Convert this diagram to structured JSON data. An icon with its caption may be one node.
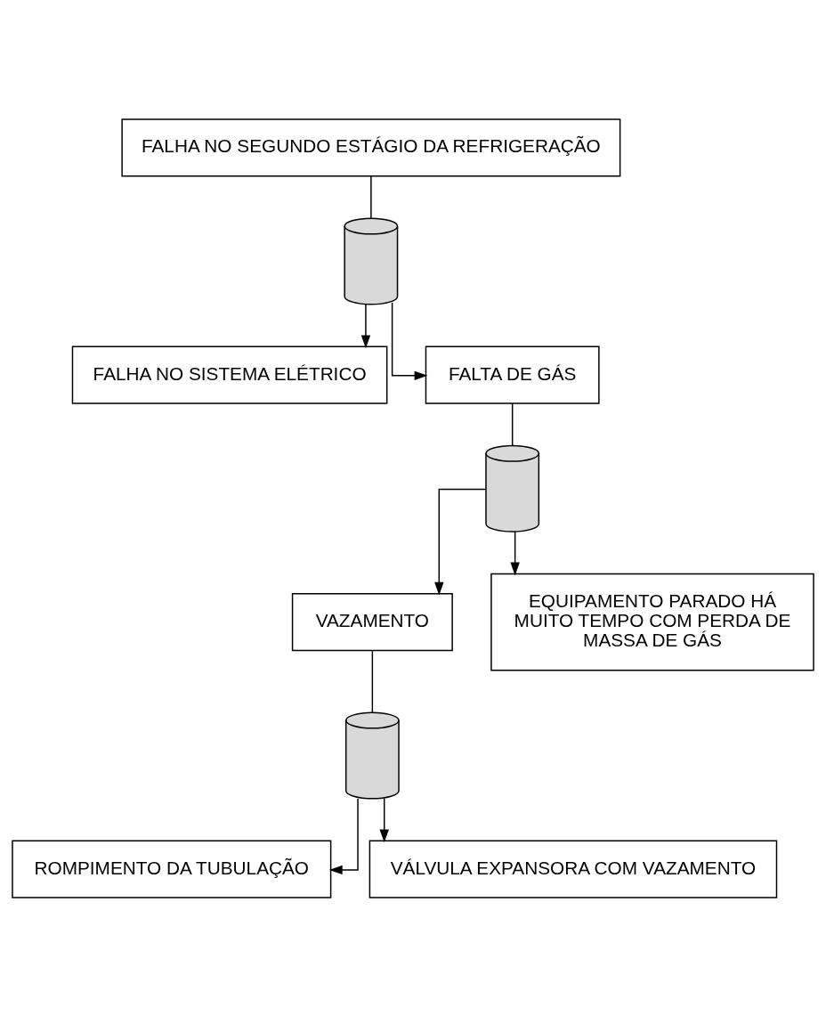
{
  "diagram": {
    "nodes": [
      {
        "text": [
          "FALHA NO SEGUNDO ESTÁGIO DA REFRIGERAÇÃO"
        ]
      },
      {
        "text": [],
        "shape": "gate"
      },
      {
        "text": [
          "FALHA NO SISTEMA ELÉTRICO"
        ]
      },
      {
        "text": [
          "FALTA DE GÁS"
        ]
      },
      {
        "text": [],
        "shape": "gate"
      },
      {
        "text": [
          "VAZAMENTO"
        ]
      },
      {
        "text": [
          "EQUIPAMENTO PARADO HÁ MUITO TEMPO COM PERDA DE MASSA DE GÁS"
        ]
      },
      {
        "text": [],
        "shape": "gate"
      },
      {
        "text": [
          "ROMPIMENTO DA TUBULAÇÃO"
        ]
      },
      {
        "text": [
          "VÁLVULA EXPANSORA COM VAZAMENTO"
        ]
      }
    ],
    "edges": [
      {
        "from": 0,
        "to": 1,
        "arrow": "none"
      },
      {
        "from": 1,
        "to": 2,
        "arrow": "to"
      },
      {
        "from": 1,
        "to": 3,
        "arrow": "to"
      },
      {
        "from": 3,
        "to": 4,
        "arrow": "none"
      },
      {
        "from": 4,
        "to": 5,
        "arrow": "to"
      },
      {
        "from": 4,
        "to": 6,
        "arrow": "to"
      },
      {
        "from": 5,
        "to": 7,
        "arrow": "none"
      },
      {
        "from": 7,
        "to": 8,
        "arrow": "to"
      },
      {
        "from": 7,
        "to": 9,
        "arrow": "to"
      }
    ]
  }
}
